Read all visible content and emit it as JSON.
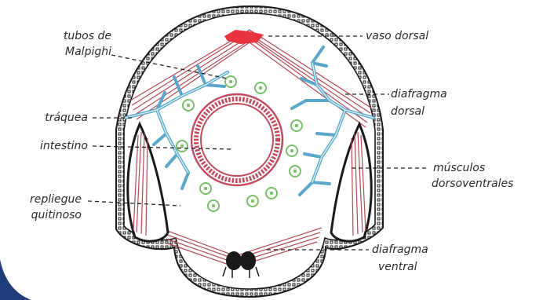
{
  "labels": {
    "tubos_1": "tubos de",
    "tubos_2": "Malpighi",
    "traquea": "tráquea",
    "intestino": "intestino",
    "repliegue_1": "repliegue",
    "repliegue_2": "quitinoso",
    "vaso_dorsal": "vaso dorsal",
    "diafragma_dorsal_1": "diafragma",
    "diafragma_dorsal_2": "dorsal",
    "musculos_1": "músculos",
    "musculos_2": "dorsoventrales",
    "diafragma_ventral_1": "diafragma",
    "diafragma_ventral_2": "ventral"
  },
  "colors": {
    "outline": "#1a1a1a",
    "vessel": "#e8343f",
    "muscle": "#b54a55",
    "trachea": "#5aa7c9",
    "malpighi": "#79c06a",
    "intestine": "#c24a5c",
    "corner_accent": "#1f3d7a"
  }
}
